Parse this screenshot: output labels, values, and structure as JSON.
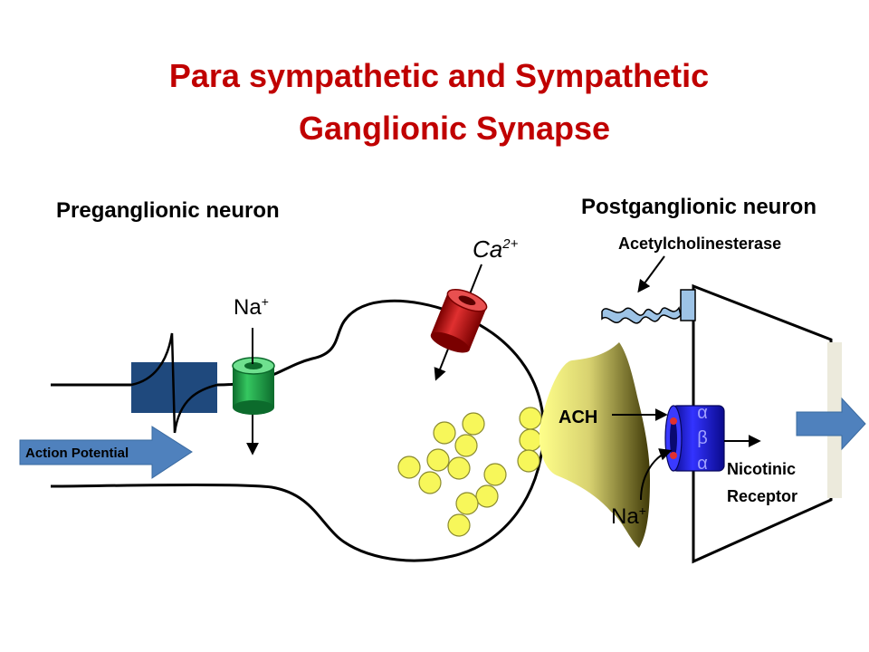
{
  "title": {
    "line1": "Para sympathetic and Sympathetic",
    "line2": "Ganglionic Synapse"
  },
  "labels": {
    "preganglionic": "Preganglionic neuron",
    "postganglionic": "Postganglionic neuron",
    "acetylcholinesterase": "Acetylcholinesterase",
    "ach": "ACH",
    "action_potential": "Action Potential",
    "nicotinic_line1": "Nicotinic",
    "nicotinic_line2": "Receptor",
    "na_left": "Na",
    "na_left_sup": "+",
    "na_right": "Na",
    "na_right_sup": "+",
    "ca": "Ca",
    "ca_sup": "2+",
    "receptor_alpha1": "α",
    "receptor_beta": "β",
    "receptor_alpha2": "α"
  },
  "colors": {
    "title": "#c00000",
    "voltage_box": "#1f497d",
    "na_channel": "#1fa84a",
    "ca_channel": "#c00000",
    "vesicle": "#f7f75a",
    "receptor": "#1f1fdc",
    "arrow_blue": "#4f81bd",
    "enzyme": "#9dc3e6"
  }
}
